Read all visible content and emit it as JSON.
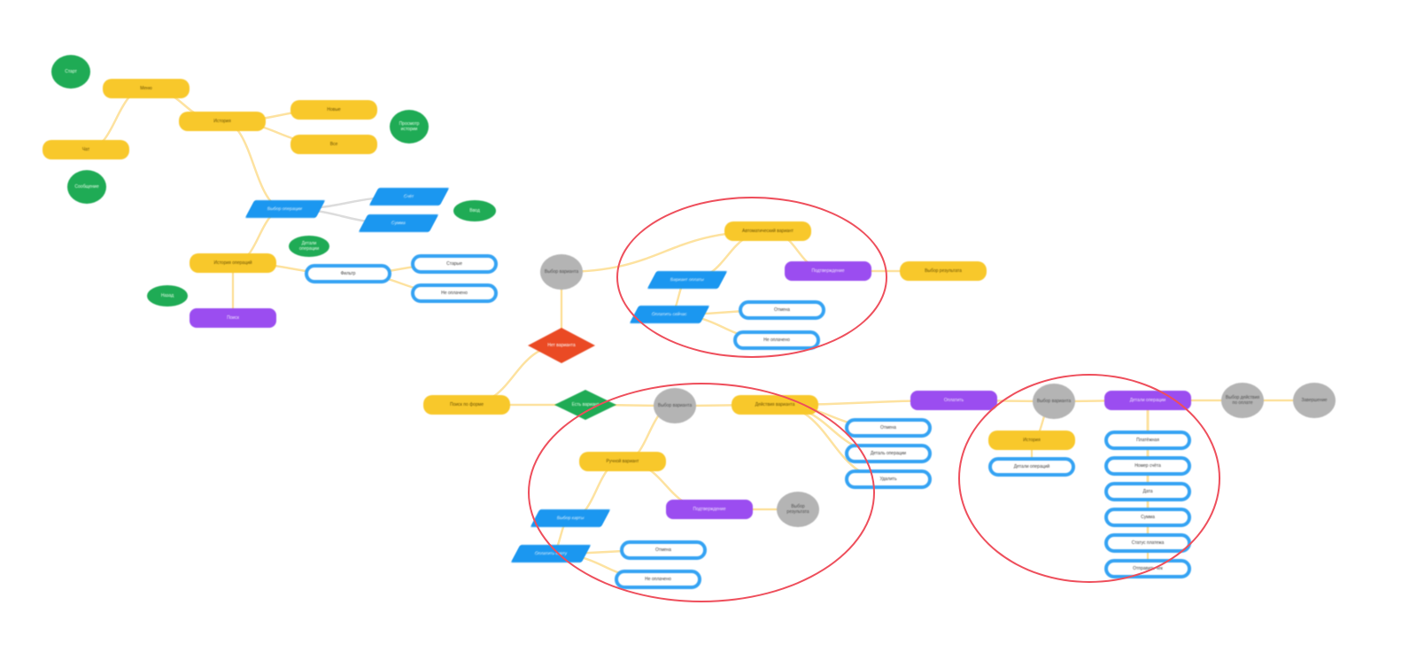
{
  "diagram": {
    "nodes": [
      {
        "id": "n1",
        "shape": "circle-green",
        "label": "Старт"
      },
      {
        "id": "n2",
        "shape": "pill-yellow",
        "label": "Меню"
      },
      {
        "id": "n3",
        "shape": "pill-yellow",
        "label": "История"
      },
      {
        "id": "n4",
        "shape": "pill-yellow",
        "label": "Чат"
      },
      {
        "id": "n5",
        "shape": "circle-green",
        "label": "Сообщение"
      },
      {
        "id": "n6",
        "shape": "pill-yellow",
        "label": "Новые"
      },
      {
        "id": "n7",
        "shape": "pill-yellow",
        "label": "Все"
      },
      {
        "id": "n8",
        "shape": "circle-green",
        "label": "Просмотр истории"
      },
      {
        "id": "n9",
        "shape": "parallelogram",
        "label": "Выбор операции"
      },
      {
        "id": "n10",
        "shape": "parallelogram",
        "label": "Счёт"
      },
      {
        "id": "n11",
        "shape": "parallelogram",
        "label": "Сумма"
      },
      {
        "id": "n12",
        "shape": "circle-green",
        "label": "Ввод"
      },
      {
        "id": "n13",
        "shape": "circle-green",
        "label": "Детали операции"
      },
      {
        "id": "n14",
        "shape": "pill-yellow",
        "label": "История операций"
      },
      {
        "id": "n15",
        "shape": "outline",
        "label": "Фильтр"
      },
      {
        "id": "n16",
        "shape": "outline",
        "label": "Старые"
      },
      {
        "id": "n17",
        "shape": "outline",
        "label": "Не оплачено"
      },
      {
        "id": "n18",
        "shape": "circle-green",
        "label": "Назад"
      },
      {
        "id": "n19",
        "shape": "pill-purple",
        "label": "Поиск"
      },
      {
        "id": "n20",
        "shape": "circle-gray",
        "label": "Выбор варианта"
      },
      {
        "id": "n21",
        "shape": "pill-yellow",
        "label": "Автоматический вариант"
      },
      {
        "id": "n22",
        "shape": "pill-purple",
        "label": "Подтверждение"
      },
      {
        "id": "n23",
        "shape": "pill-yellow",
        "label": "Выбор результата"
      },
      {
        "id": "n24",
        "shape": "parallelogram",
        "label": "Вариант оплаты"
      },
      {
        "id": "n25",
        "shape": "parallelogram",
        "label": "Оплатить сейчас"
      },
      {
        "id": "n26",
        "shape": "outline",
        "label": "Отмена"
      },
      {
        "id": "n27",
        "shape": "outline",
        "label": "Не оплачено"
      },
      {
        "id": "n28",
        "shape": "diamond-red",
        "label": "Нет варианта"
      },
      {
        "id": "n29",
        "shape": "pill-yellow",
        "label": "Поиск по форме"
      },
      {
        "id": "n30",
        "shape": "diamond-green",
        "label": "Есть вариант"
      },
      {
        "id": "n31",
        "shape": "circle-gray",
        "label": "Выбор варианта"
      },
      {
        "id": "n32",
        "shape": "pill-yellow",
        "label": "Действия варианта"
      },
      {
        "id": "n33",
        "shape": "outline",
        "label": "Отмена"
      },
      {
        "id": "n34",
        "shape": "outline",
        "label": "Деталь операции"
      },
      {
        "id": "n35",
        "shape": "outline",
        "label": "Удалить"
      },
      {
        "id": "n36",
        "shape": "pill-purple",
        "label": "Оплатить"
      },
      {
        "id": "n37",
        "shape": "circle-gray",
        "label": "Выбор варианта"
      },
      {
        "id": "n38",
        "shape": "pill-purple",
        "label": "Детали операции"
      },
      {
        "id": "n39",
        "shape": "circle-gray",
        "label": "Выбор действия по оплате"
      },
      {
        "id": "n40",
        "shape": "circle-gray",
        "label": "Завершение"
      },
      {
        "id": "n41",
        "shape": "pill-yellow",
        "label": "Ручной вариант"
      },
      {
        "id": "n42",
        "shape": "pill-purple",
        "label": "Подтверждение"
      },
      {
        "id": "n43",
        "shape": "circle-gray",
        "label": "Выбор результата"
      },
      {
        "id": "n44",
        "shape": "parallelogram",
        "label": "Выбор карты"
      },
      {
        "id": "n45",
        "shape": "parallelogram",
        "label": "Оплатить карту"
      },
      {
        "id": "n46",
        "shape": "outline",
        "label": "Отмена"
      },
      {
        "id": "n47",
        "shape": "outline",
        "label": "Не оплачено"
      },
      {
        "id": "n48",
        "shape": "pill-yellow",
        "label": "История"
      },
      {
        "id": "n49",
        "shape": "outline",
        "label": "Детали операций"
      },
      {
        "id": "n50",
        "shape": "outline",
        "label": "Платёжная"
      },
      {
        "id": "n51",
        "shape": "outline",
        "label": "Номер счёта"
      },
      {
        "id": "n52",
        "shape": "outline",
        "label": "Дата"
      },
      {
        "id": "n53",
        "shape": "outline",
        "label": "Сумма"
      },
      {
        "id": "n54",
        "shape": "outline",
        "label": "Статус платежа"
      },
      {
        "id": "n55",
        "shape": "outline",
        "label": "Отправить чек"
      }
    ],
    "colors": {
      "connector": "#fde2a0",
      "connector_gray": "#dcdcdc",
      "highlight_ring": "#ee4e5b",
      "yellow": "#f8c82b",
      "purple": "#9b4df0",
      "blue": "#1b97f0",
      "outline_blue": "#35a3f3",
      "green": "#1fab55",
      "gray": "#b4b4b4",
      "red": "#ea4a24"
    }
  }
}
